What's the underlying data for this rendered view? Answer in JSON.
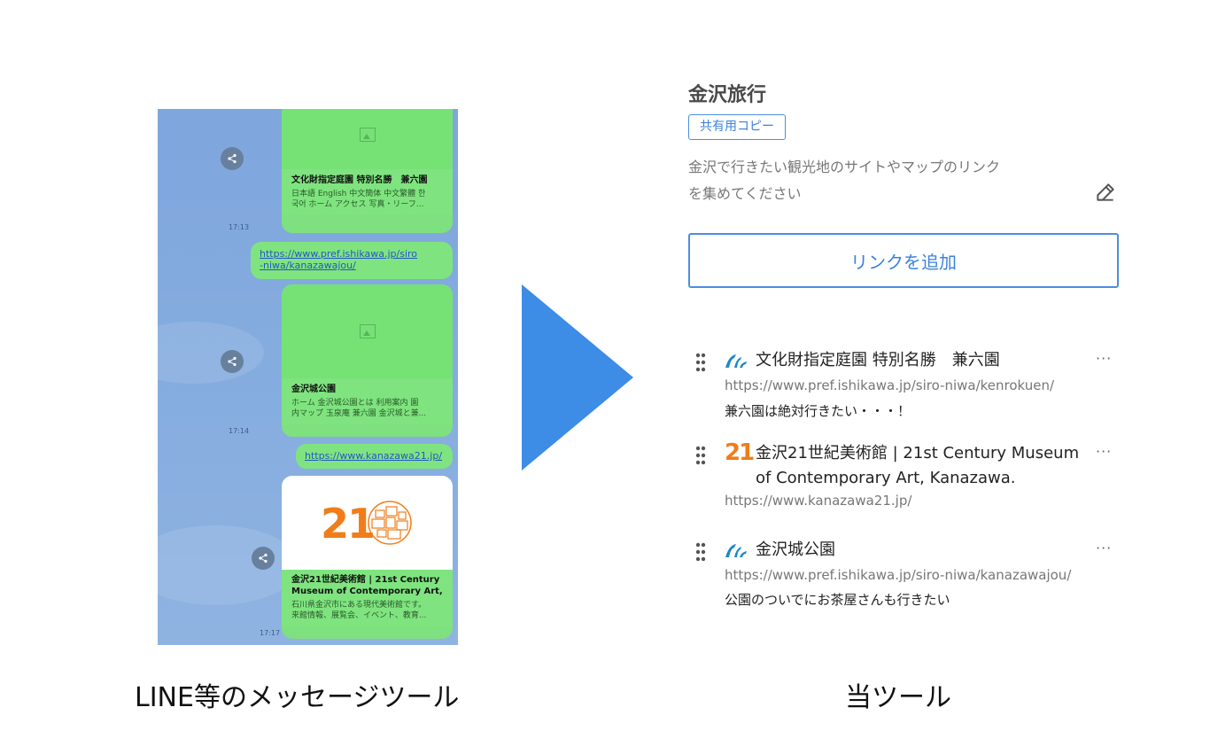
{
  "chat": {
    "card1": {
      "title": "文化財指定庭園 特別名勝　兼六園",
      "desc1": "日本語 English 中文簡体 中文繁體 한",
      "desc2": "국어 ホーム アクセス 写真・リーフ..."
    },
    "time1": "17:13",
    "link1": {
      "line1": "https://www.pref.ishikawa.jp/siro",
      "line2": "-niwa/kanazawajou/"
    },
    "card2": {
      "title": "金沢城公園",
      "desc1": "ホーム 金沢城公園とは 利用案内 園",
      "desc2": "内マップ 玉泉庵 兼六園 金沢城と兼..."
    },
    "time2": "17:14",
    "link2": "https://www.kanazawa21.jp/",
    "card3": {
      "logo_text": "21",
      "title1": "金沢21世紀美術館 | 21st Century",
      "title2": "Museum of Contemporary Art, Ka...",
      "desc1": "石川県金沢市にある現代美術館です。",
      "desc2": "来館情報、展覧会、イベント、教育..."
    },
    "time3": "17:17"
  },
  "tool": {
    "title": "金沢旅行",
    "copy_button": "共有用コピー",
    "description_line1": "金沢で行きたい観光地のサイトやマップのリンク",
    "description_line2": "を集めてください",
    "add_button": "リンクを追加",
    "links": [
      {
        "title": "文化財指定庭園 特別名勝　兼六園",
        "url": "https://www.pref.ishikawa.jp/siro-niwa/kenrokuen/",
        "note": "兼六園は絶対行きたい・・・！",
        "favicon": "pref-ishikawa-icon"
      },
      {
        "title_line1": "金沢21世紀美術館 | 21st Century Museum",
        "title_line2": "of Contemporary Art, Kanazawa.",
        "url": "https://www.kanazawa21.jp/",
        "favicon": "kanazawa21-icon",
        "favicon_text": "21"
      },
      {
        "title": "金沢城公園",
        "url": "https://www.pref.ishikawa.jp/siro-niwa/kanazawajou/",
        "note": "公園のついでにお茶屋さんも行きたい",
        "favicon": "pref-ishikawa-icon"
      }
    ],
    "more_label": "···"
  },
  "captions": {
    "left": "LINE等のメッセージツール",
    "right": "当ツール"
  },
  "colors": {
    "accent": "#4a8ee0",
    "arrow": "#3d8ce6",
    "bubble": "#7ee07f",
    "chat_bg": "#84aadf",
    "orange": "#f07d1a"
  }
}
